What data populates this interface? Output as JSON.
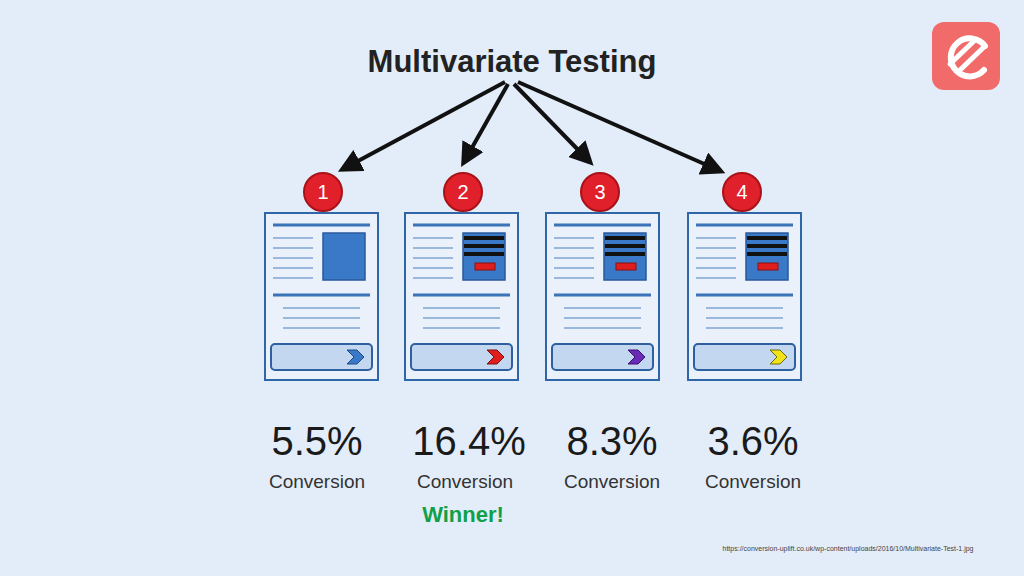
{
  "diagram": {
    "title": "Multivariate Testing",
    "nodes": [
      {
        "text": [
          "1"
        ]
      },
      {
        "text": [
          "2"
        ]
      },
      {
        "text": [
          "3"
        ]
      },
      {
        "text": [
          "4"
        ]
      }
    ],
    "labels": [
      "5.5%",
      "Conversion",
      "16.4%",
      "Conversion",
      "Winner!",
      "8.3%",
      "Conversion",
      "3.6%",
      "Conversion",
      "https://conversion-uplift.co.uk/wp-content/uploads/2016/10/Multivariate-Test-1.jpg"
    ]
  }
}
